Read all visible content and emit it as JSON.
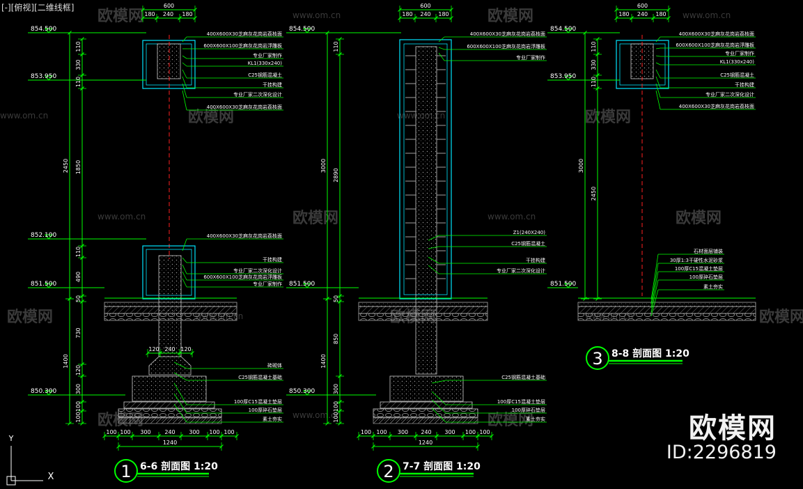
{
  "viewport_label": "[-][俯视][二维线框]",
  "watermarks": {
    "site": "www.om.cn",
    "brand": "欧模网",
    "big_brand": "欧模网",
    "id": "ID:2296819"
  },
  "colors": {
    "background": "#000000",
    "line_green": "#00ff00",
    "line_cyan": "#00e5ff",
    "text": "#ffffff",
    "axis_red": "#ff2020",
    "hatch": "#bbbbbb"
  },
  "ucs_labels": {
    "y": "Y",
    "x": "X"
  },
  "section_1": {
    "number": "1",
    "title": "6-6 剖面图 1:20",
    "top_dims": [
      "600",
      "180",
      "240",
      "180"
    ],
    "elevations": [
      "854.500",
      "853.950",
      "852.100",
      "851.500",
      "850.300"
    ],
    "vdims_outer": [
      "2450",
      "1400"
    ],
    "vdims_inner": [
      "110",
      "330",
      "110",
      "1850",
      "110",
      "490",
      "50",
      "730",
      "120",
      "300",
      "100",
      "100"
    ],
    "mid_dims": [
      "120",
      "240",
      "120"
    ],
    "bottom_dims": [
      "100",
      "100",
      "300",
      "240",
      "300",
      "100",
      "100",
      "1240"
    ],
    "labels_top": [
      "400X600X30芝麻灰花岗岩荔枝面",
      "600X600X100芝麻灰花岗岩浮雕板",
      "专业厂家制作",
      "KL1(330x240)",
      "C25钢筋混凝土",
      "干挂构建",
      "专业厂家二次深化设计",
      "400X600X30芝麻灰花岗岩荔枝面"
    ],
    "labels_mid": [
      "400X600X30芝麻灰花岗岩荔枝面",
      "干挂构建",
      "专业厂家二次深化设计",
      "600X600X100芝麻灰花岗岩浮雕板",
      "专业厂家制作"
    ],
    "labels_bottom": [
      "砖砌体",
      "C25钢筋混凝土基础",
      "100厚C15混凝土垫层",
      "100厚碎石垫层",
      "素土夯实"
    ]
  },
  "section_2": {
    "number": "2",
    "title": "7-7 剖面图 1:20",
    "top_dims": [
      "600",
      "180",
      "240",
      "180"
    ],
    "elevations": [
      "854.500",
      "851.500",
      "850.300"
    ],
    "vdims_outer": [
      "3000",
      "1400"
    ],
    "vdims_inner": [
      "110",
      "2890",
      "50",
      "850",
      "300",
      "100",
      "100"
    ],
    "bottom_dims": [
      "100",
      "100",
      "300",
      "240",
      "300",
      "100",
      "100",
      "1240"
    ],
    "labels_top": [
      "400X600X30芝麻灰花岗岩荔枝面",
      "600X600X100芝麻灰花岗岩浮雕板",
      "专业厂家制作"
    ],
    "labels_mid": [
      "Z1(240X240)",
      "C25钢筋混凝土",
      "干挂构建",
      "专业厂家二次深化设计"
    ],
    "labels_bottom": [
      "C25钢筋混凝土基础",
      "100厚C15混凝土垫层",
      "100厚碎石垫层",
      "素土夯实"
    ]
  },
  "section_3": {
    "number": "3",
    "title": "8-8 剖面图 1:20",
    "top_dims": [
      "600",
      "180",
      "240",
      "180"
    ],
    "elevations": [
      "854.500",
      "853.950",
      "851.500"
    ],
    "vdims_outer": [
      "3000"
    ],
    "vdims_inner": [
      "110",
      "330",
      "110",
      "2450"
    ],
    "labels_top": [
      "400X600X30芝麻灰花岗岩荔枝面",
      "600X600X100芝麻灰花岗岩浮雕板",
      "专业厂家制作",
      "KL1(330x240)",
      "C25钢筋混凝土",
      "干挂构建",
      "专业厂家二次深化设计",
      "400X600X30芝麻灰花岗岩荔枝面"
    ],
    "labels_paving": [
      "石材面层铺装",
      "30厚1:3干硬性水泥砂浆",
      "100厚C15混凝土垫层",
      "100厚碎石垫层",
      "素土夯实"
    ]
  }
}
